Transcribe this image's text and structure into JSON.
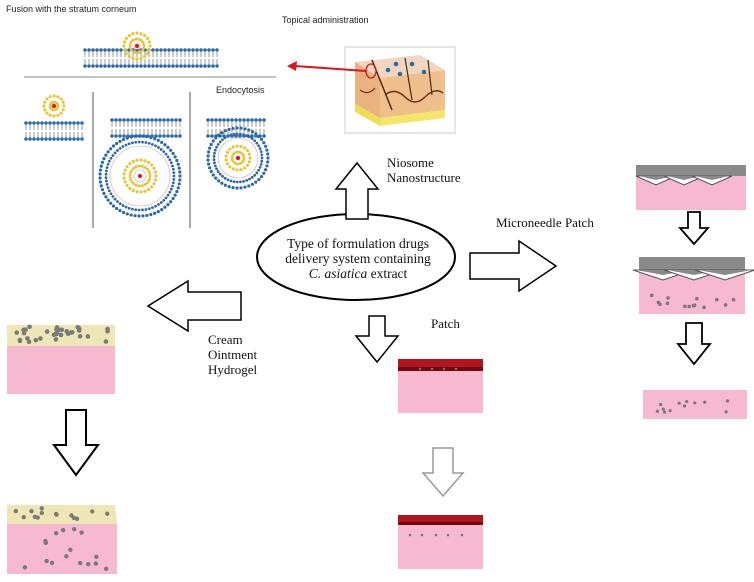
{
  "labels": {
    "fusion": "Fusion with the stratum corneum",
    "topical": "Topical administration",
    "endocytosis": "Endocytosis",
    "niosome_line1": "Niosome",
    "niosome_line2": "Nanostructure",
    "microneedle": "Microneedle Patch",
    "patch": "Patch",
    "cream": "Cream",
    "ointment": "Ointment",
    "hydrogel": "Hydrogel"
  },
  "center": {
    "line1": "Type of formulation drugs",
    "line2": "delivery system containing",
    "line3_italic": "C. asiatica",
    "line3_rest": " extract"
  },
  "colors": {
    "skin_pink": "#f7b9cf",
    "cream_beige": "#efe6b8",
    "drug_gray": "#7a7a7a",
    "patch_red": "#b3141f",
    "patch_dark": "#6d0a10",
    "needle_gray": "#8a8a8a",
    "lipid_blue": "#2a6aa8",
    "vesicle_yellow": "#e8c63a",
    "pointer_red": "#d4181e"
  }
}
